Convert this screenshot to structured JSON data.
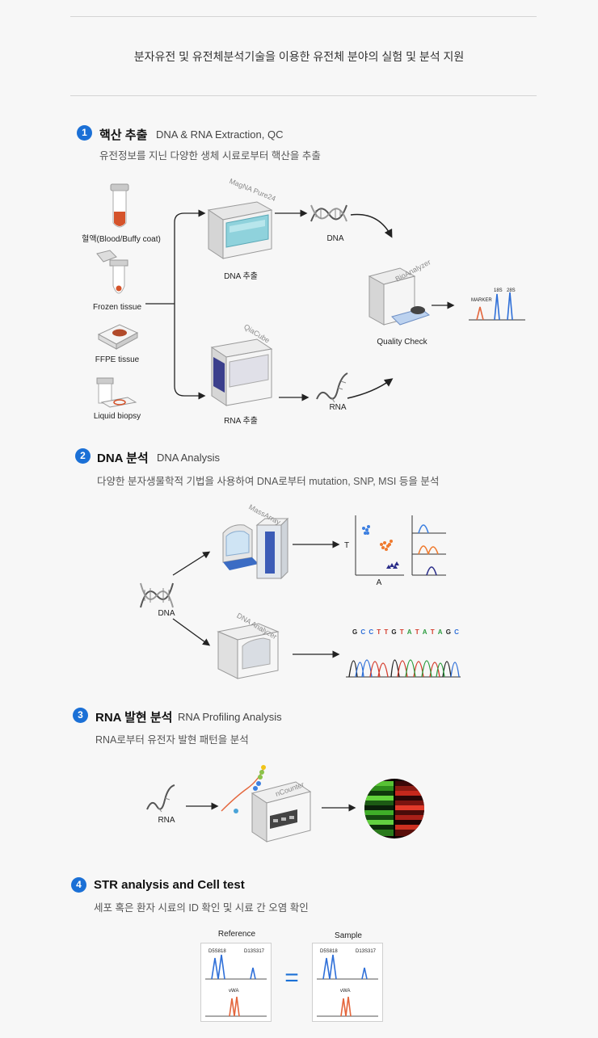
{
  "header": {
    "subtitle": "분자유전 및 유전체분석기술을 이용한 유전체 분야의 실험 및 분석 지원"
  },
  "sections": [
    {
      "number": "1",
      "title": "핵산 추출",
      "subtitle": "DNA & RNA Extraction, QC",
      "description": "유전정보를 지닌 다양한 생체 시료로부터 핵산을 추출"
    },
    {
      "number": "2",
      "title": "DNA 분석",
      "subtitle": "DNA Analysis",
      "description": "다양한 분자생물학적 기법을 사용하여 DNA로부터 mutation, SNP, MSI 등을 분석"
    },
    {
      "number": "3",
      "title": "RNA 발현 분석",
      "subtitle": "RNA Profiling Analysis",
      "description": "RNA로부터 유전자 발현 패턴을 분석"
    },
    {
      "number": "4",
      "title": "STR analysis and Cell test",
      "subtitle": "",
      "description": "세포 혹은 환자 시료의 ID 확인 및 시료 간 오염 확인"
    }
  ],
  "extraction": {
    "samples": [
      "혈액(Blood/Buffy coat)",
      "Frozen tissue",
      "FFPE tissue",
      "Liquid biopsy"
    ],
    "devices": {
      "magna": "MagNA Pure24",
      "qiacube": "QiaCube",
      "bioanalyzer": "BioAnalyzer"
    },
    "dna_extract": "DNA 추출",
    "rna_extract": "RNA 추출",
    "dna": "DNA",
    "rna": "RNA",
    "qc": "Quality Check",
    "trace": {
      "marker": "MARKER",
      "peak1": "18S",
      "peak2": "28S"
    }
  },
  "dna_analysis": {
    "input": "DNA",
    "devices": {
      "massarray": "MassArray",
      "analyzer": "DNA Analyzer"
    },
    "scatter_y": "T",
    "scatter_x": "A",
    "sequence": [
      "G",
      "C",
      "C",
      "T",
      "T",
      "G",
      "T",
      "A",
      "T",
      "A",
      "T",
      "A",
      "G",
      "C"
    ]
  },
  "rna_analysis": {
    "input": "RNA",
    "device": "nCounter"
  },
  "str": {
    "reference": "Reference",
    "sample": "Sample",
    "loci": [
      "D5S818",
      "D13S317",
      "vWA"
    ],
    "equals": "="
  },
  "colors": {
    "accent": "#1b70d6",
    "blue_peak": "#2e6fd8",
    "orange_peak": "#e4663c",
    "dna_green": "#2b9c3e",
    "red": "#d43a2a"
  }
}
